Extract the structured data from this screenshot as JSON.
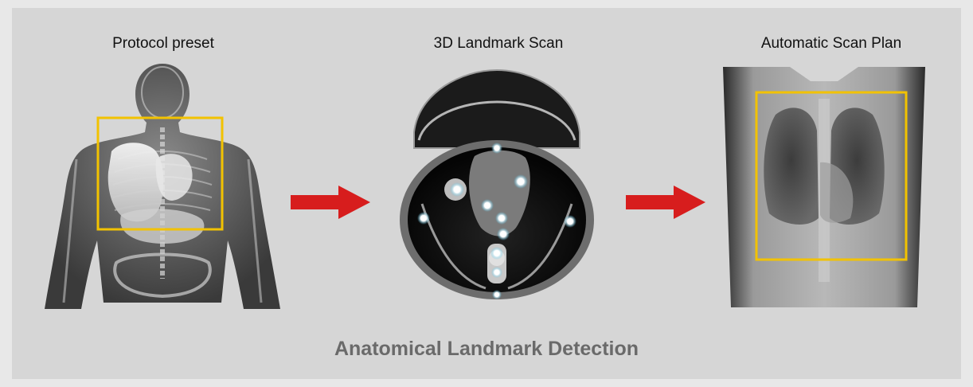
{
  "stages": [
    {
      "label": "Protocol preset",
      "image": "body-anatomy-xray-with-roi-box"
    },
    {
      "label": "3D Landmark Scan",
      "image": "axial-ct-slice-with-landmark-dots"
    },
    {
      "label": "Automatic Scan Plan",
      "image": "chest-topogram-with-scan-box"
    }
  ],
  "caption": "Anatomical Landmark Detection",
  "colors": {
    "roi_box": "#f2c200",
    "arrow": "#d71d1d",
    "landmark": "#ffffff",
    "landmark_glow": "#4fc3e8",
    "caption": "#6a6a6a"
  },
  "icons": [
    "arrow-right-icon",
    "arrow-right-icon"
  ]
}
